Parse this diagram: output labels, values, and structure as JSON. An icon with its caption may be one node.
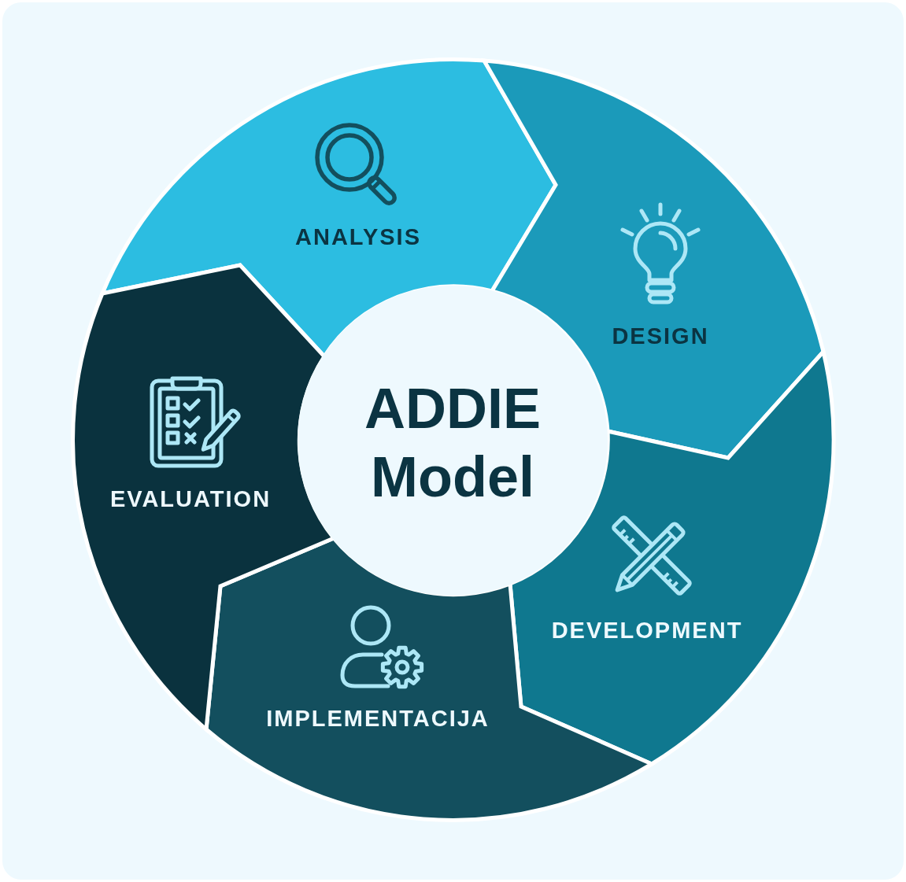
{
  "diagram": {
    "nodes": [
      {
        "text": [
          "ADDIE Model"
        ]
      },
      {
        "text": [
          "ANALYSIS"
        ]
      },
      {
        "text": [
          "DESIGN"
        ]
      },
      {
        "text": [
          "DEVELOPMENT"
        ]
      },
      {
        "text": [
          "IMPLEMENTACIJA"
        ]
      },
      {
        "text": [
          "EVALUATION"
        ]
      }
    ]
  }
}
